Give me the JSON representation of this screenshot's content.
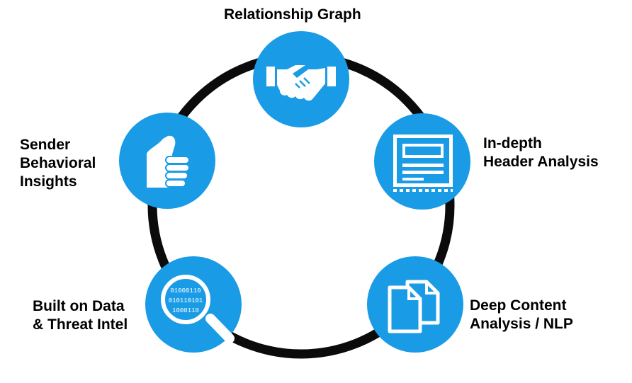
{
  "diagram": {
    "colors": {
      "node": "#1a9be6",
      "ring": "#0b0b0b",
      "icon": "#ffffff"
    },
    "nodes": [
      {
        "id": "relationship",
        "icon": "handshake-icon",
        "lines": [
          "Relationship Graph"
        ]
      },
      {
        "id": "header",
        "icon": "email-header-icon",
        "lines": [
          "In-depth",
          "Header Analysis"
        ]
      },
      {
        "id": "content",
        "icon": "documents-icon",
        "lines": [
          "Deep Content",
          "Analysis / NLP"
        ]
      },
      {
        "id": "data",
        "icon": "magnifier-binary-icon",
        "lines": [
          "Built on Data",
          "& Threat Intel"
        ],
        "magnifier_text": [
          "01000110",
          "010110101",
          "1000110"
        ]
      },
      {
        "id": "sender",
        "icon": "thumbs-up-icon",
        "lines": [
          "Sender",
          "Behavioral",
          "Insights"
        ]
      }
    ]
  }
}
